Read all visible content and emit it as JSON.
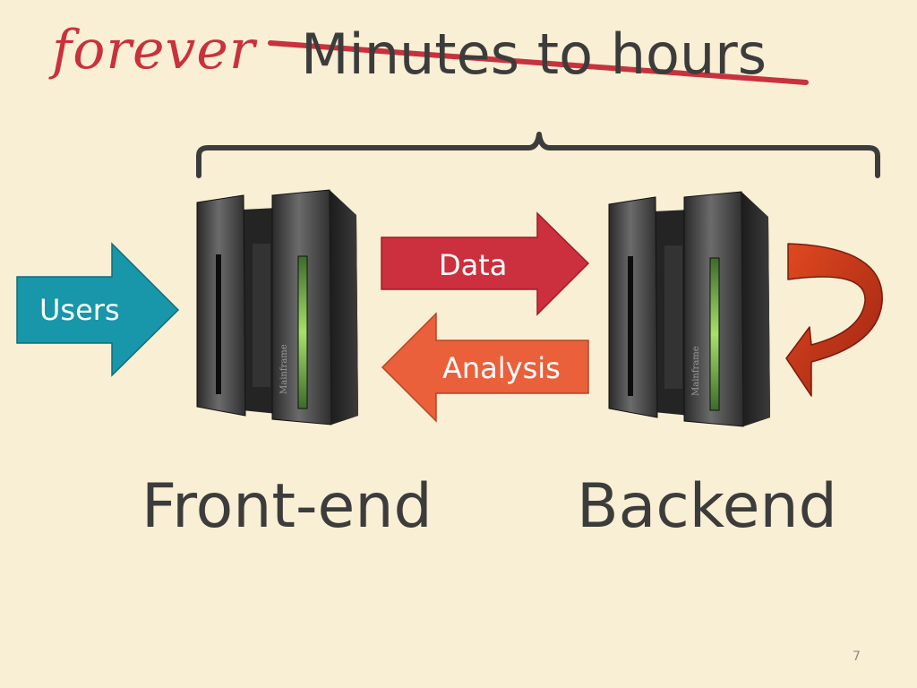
{
  "slide": {
    "title": "Minutes to hours",
    "correction": "forever",
    "page_number": "7"
  },
  "arrows": {
    "users": "Users",
    "data": "Data",
    "analysis": "Analysis"
  },
  "servers": {
    "label": "Mainframe"
  },
  "captions": {
    "front_end": "Front-end",
    "backend": "Backend"
  },
  "colors": {
    "background": "#f9efd4",
    "users_arrow": "#1797a9",
    "data_arrow": "#cc2f3d",
    "analysis_arrow": "#e9603a",
    "loop_arrow": "#c5331d",
    "strike": "#c8323c",
    "text": "#3c3c3c"
  }
}
